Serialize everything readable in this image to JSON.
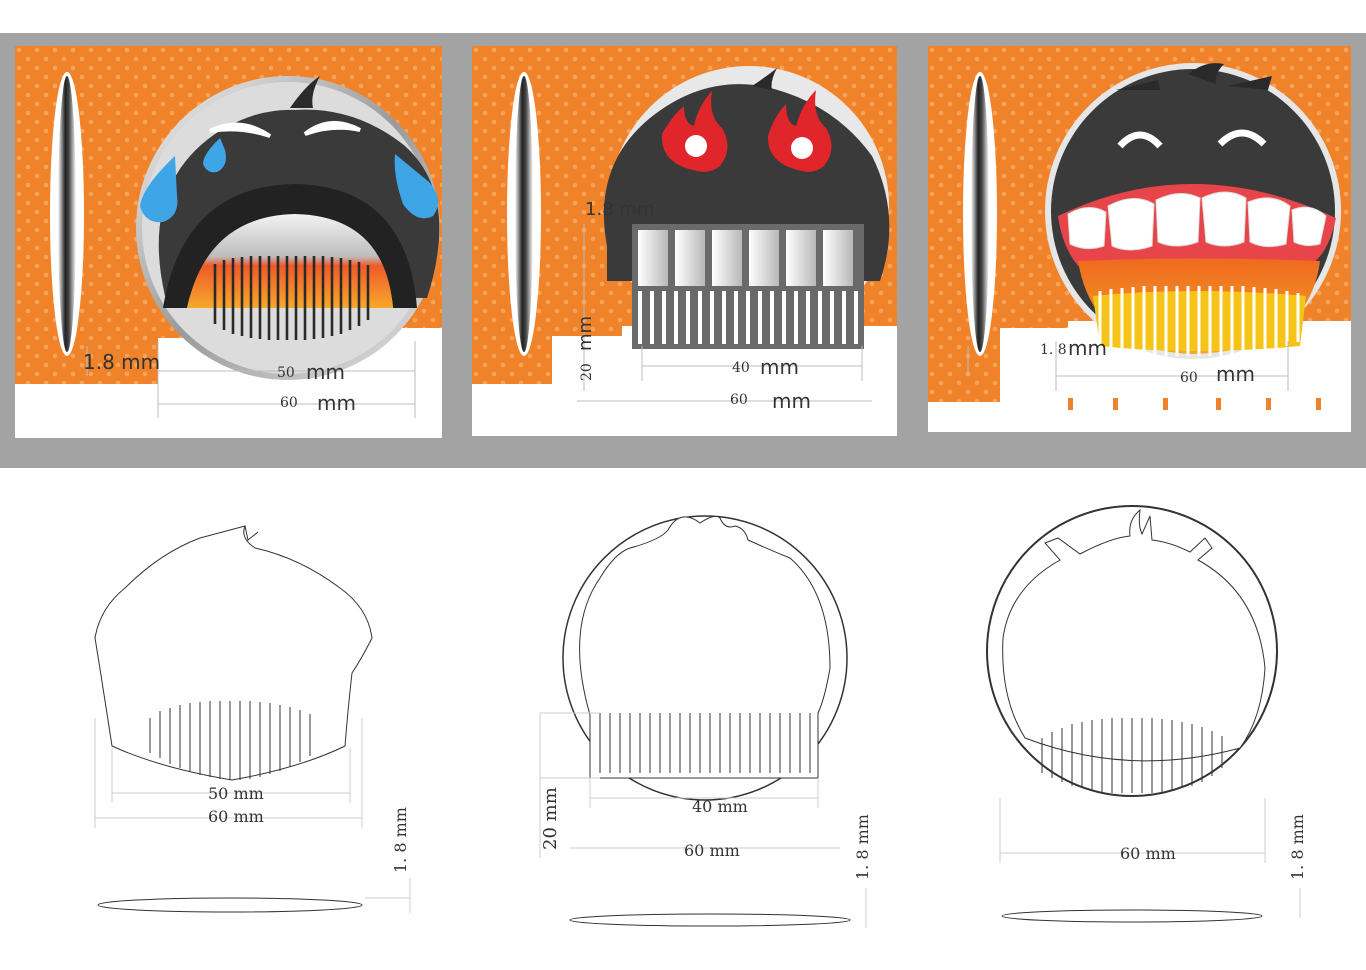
{
  "panels": [
    {
      "name": "crying-comb",
      "labels": {
        "thickness": "1.8 mm",
        "inner_num": "50",
        "inner_unit": "mm",
        "outer_num": "60",
        "outer_unit": "mm"
      }
    },
    {
      "name": "angry-comb",
      "labels": {
        "thickness": "1.8 mm",
        "height_num": "20",
        "height_unit": "mm",
        "inner_num": "40",
        "inner_unit": "mm",
        "outer_num": "60",
        "outer_unit": "mm"
      }
    },
    {
      "name": "laughing-comb",
      "labels": {
        "thickness_num": "1. 8",
        "thickness_unit": "mm",
        "outer_num": "60",
        "outer_unit": "mm"
      }
    }
  ],
  "drawings": [
    {
      "name": "crying-outline",
      "dim1": "50  mm",
      "dim2": "60  mm",
      "thickness": "1. 8  mm"
    },
    {
      "name": "angry-outline",
      "height": "20 mm",
      "dim1": "40  mm",
      "dim2": "60  mm",
      "thickness": "1. 8  mm"
    },
    {
      "name": "laughing-outline",
      "dim2": "60  mm",
      "thickness": "1. 8  mm"
    }
  ],
  "colors": {
    "band": "#a3a3a3",
    "orange": "#f0822a",
    "orange_dot": "#f7a45a",
    "face": "#3a3a3a",
    "tear": "#3ea6e6",
    "flame": "#e0262b",
    "lip": "#e8454a",
    "mouth_orange": "#ef6a1e",
    "teeth_yellow": "#f6c417"
  }
}
